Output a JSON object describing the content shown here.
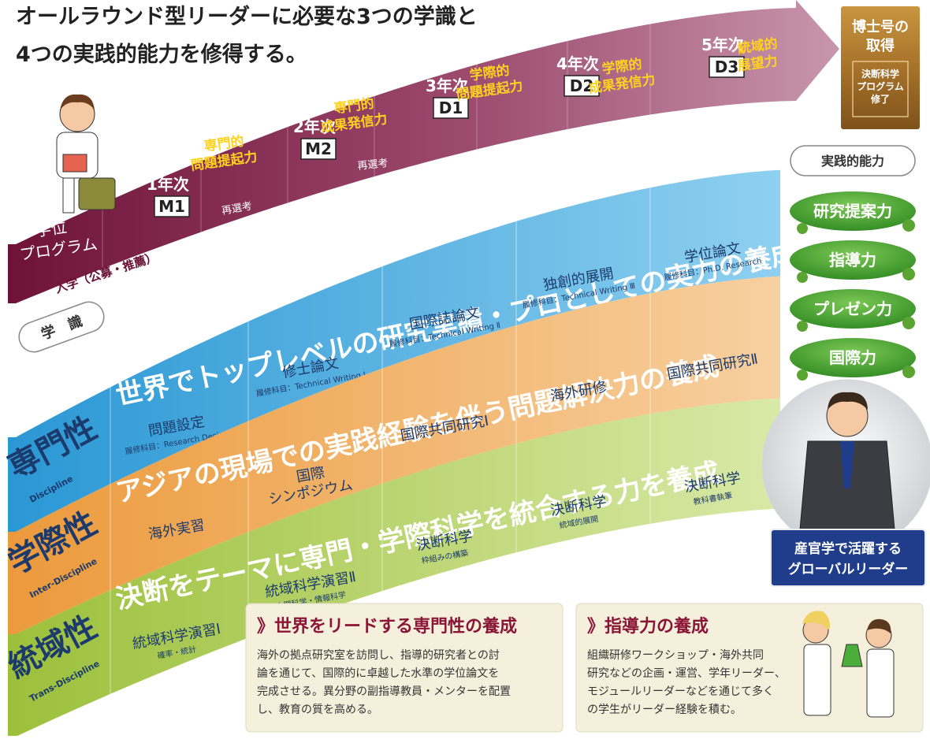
{
  "title": [
    "オールラウンド型リーダーに必要な3つの学識と",
    "4つの実践的能力を修得する。"
  ],
  "program_band": {
    "label": [
      "学位",
      "プログラム"
    ],
    "entrance": "入学（公募・推薦）",
    "years": [
      {
        "year": "1年次",
        "code": "M1"
      },
      {
        "year": "2年次",
        "code": "M2"
      },
      {
        "year": "3年次",
        "code": "D1"
      },
      {
        "year": "4年次",
        "code": "D2"
      },
      {
        "year": "5年次",
        "code": "D3"
      }
    ],
    "abilities": [
      [
        "専門的",
        "問題提起力"
      ],
      [
        "専門的",
        "成果発信力"
      ],
      [
        "学際的",
        "問題提起力"
      ],
      [
        "学際的",
        "成果発信力"
      ],
      [
        "統域的",
        "展望力"
      ]
    ],
    "reselection": [
      "再選考",
      "再選考"
    ]
  },
  "doctorate_box": {
    "title": [
      "博士号の",
      "取得"
    ],
    "sub": [
      "決断科学",
      "プログラム",
      "修了"
    ]
  },
  "gakushiki_label": "学　識",
  "bands": [
    {
      "name": "専門性",
      "en": "Discipline",
      "color": "#37a3dc",
      "headline": "世界でトップレベルの研究実績・プロとしての実力の養成",
      "items": [
        {
          "title": "問題設定",
          "sub": "履修科目：Research Design"
        },
        {
          "title": "修士論文",
          "sub": "履修科目：Technical Writing Ⅰ"
        },
        {
          "title": "国際誌論文",
          "sub": "履修科目：Technical Writing Ⅱ"
        },
        {
          "title": "独創的展開",
          "sub": "履修科目：Technical Writing Ⅲ"
        },
        {
          "title": "学位論文",
          "sub": "履修科目：Ph.D. Research"
        }
      ]
    },
    {
      "name": "学際性",
      "en": "Inter-Discipline",
      "color": "#eea24a",
      "headline": "アジアの現場での実践経験を伴う問題解決力の養成",
      "items": [
        {
          "title": "海外実習",
          "sub": ""
        },
        {
          "title": "国際\nシンポジウム",
          "sub": ""
        },
        {
          "title": "国際共同研究Ⅰ",
          "sub": ""
        },
        {
          "title": "海外研修",
          "sub": ""
        },
        {
          "title": "国際共同研究Ⅱ",
          "sub": ""
        }
      ]
    },
    {
      "name": "統域性",
      "en": "Trans-Discipline",
      "color": "#a3c33e",
      "headline": "決断をテーマに専門・学際科学を統合する力を養成",
      "items": [
        {
          "title": "統域科学演習Ⅰ",
          "sub": "確率・統計"
        },
        {
          "title": "統域科学演習Ⅱ",
          "sub": "人間科学・情報科学"
        },
        {
          "title": "決断科学",
          "sub": "枠組みの構築"
        },
        {
          "title": "決断科学",
          "sub": "統域的展開"
        },
        {
          "title": "決断科学",
          "sub": "教科書執筆"
        }
      ]
    }
  ],
  "practical": {
    "label": "実践的能力",
    "items": [
      "研究提案力",
      "指導力",
      "プレゼン力",
      "国際力"
    ],
    "color": "#3f9a2c"
  },
  "leader_box": [
    "産官学で活躍する",
    "グローバルリーダー"
  ],
  "panels": [
    {
      "title": "》世界をリードする専門性の養成",
      "lines": [
        "海外の拠点研究室を訪問し、指導的研究者との討",
        "論を通じて、国際的に卓越した水準の学位論文を",
        "完成させる。異分野の副指導教員・メンターを配置",
        "し、教育の質を高める。"
      ]
    },
    {
      "title": "》指導力の養成",
      "lines": [
        "組織研修ワークショップ・海外共同",
        "研究などの企画・運営、学年リーダー、",
        "モジュールリーダーなどを通じて多く",
        "の学生がリーダー経験を積む。"
      ]
    }
  ]
}
